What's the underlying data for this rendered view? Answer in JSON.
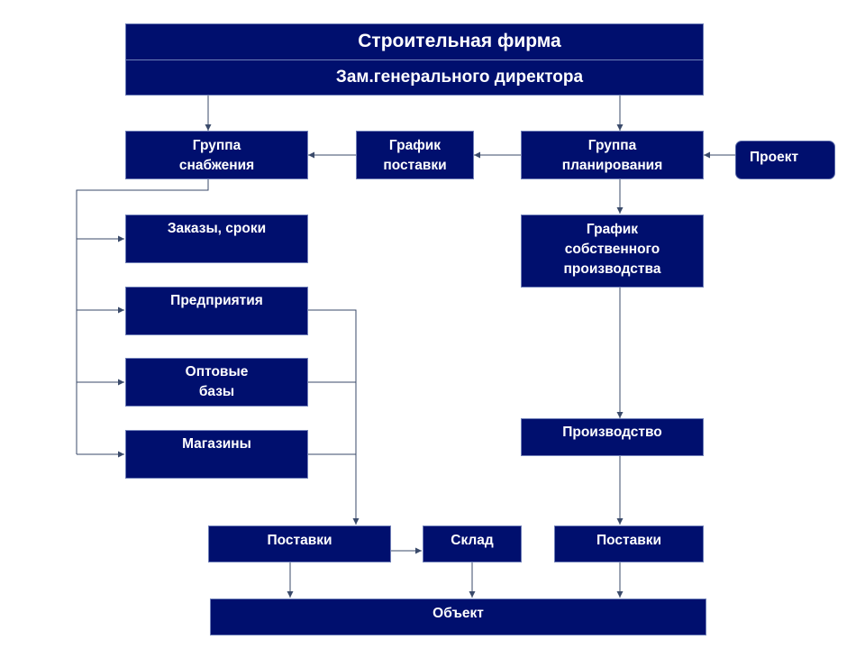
{
  "diagram": {
    "title": "Строительная фирма",
    "subtitle": "Зам.генерального  директора",
    "nodes": {
      "supply_group": [
        "Группа",
        "снабжения"
      ],
      "delivery_schedule": [
        "График",
        "поставки"
      ],
      "planning_group": [
        "Группа",
        "планирования"
      ],
      "project": [
        "Проект"
      ],
      "orders_terms": [
        "Заказы,  сроки"
      ],
      "own_production_schedule": [
        "График",
        "собственного",
        "производства"
      ],
      "enterprises": [
        "Предприятия"
      ],
      "wholesale_bases": [
        "Оптовые",
        "базы"
      ],
      "shops": [
        "Магазины"
      ],
      "production": [
        "Производство"
      ],
      "deliveries_left": [
        "Поставки"
      ],
      "warehouse": [
        "Склад"
      ],
      "deliveries_right": [
        "Поставки"
      ],
      "object": [
        "Объект"
      ]
    }
  },
  "colors": {
    "box_fill": "#000f6e",
    "box_border": "#6f7fb8",
    "box_text": "#ffffff",
    "connector": "#3a4a6a",
    "background": "#ffffff"
  }
}
